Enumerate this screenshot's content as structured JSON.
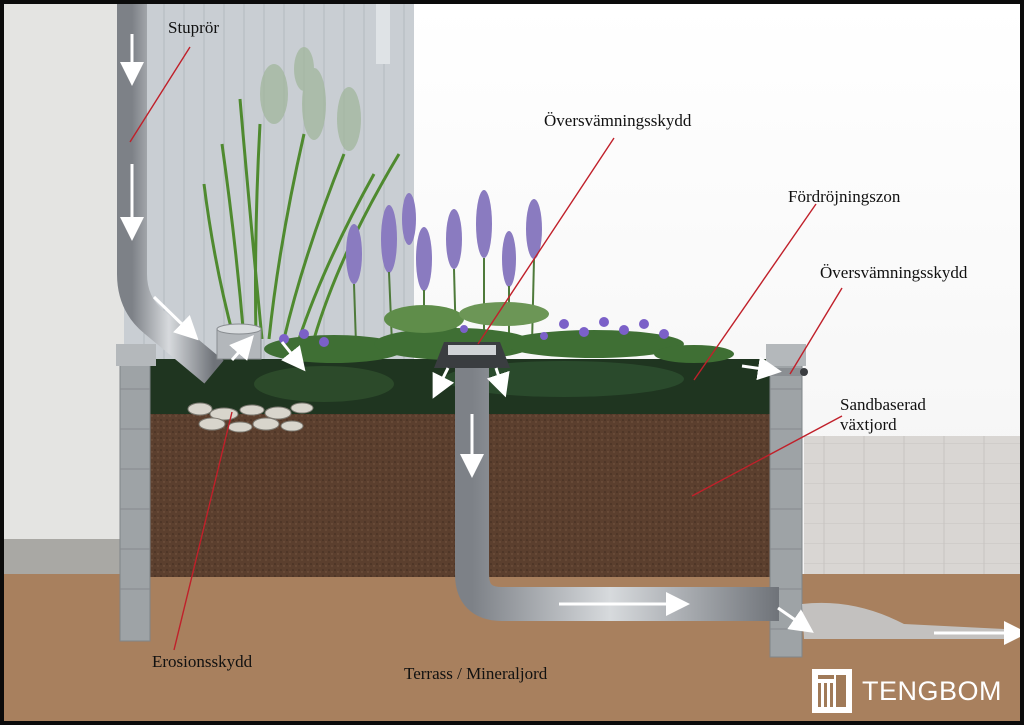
{
  "labels": {
    "stuprör": "Stuprör",
    "översvämningsskydd_1": "Översvämningsskydd",
    "fördröjningszon": "Fördröjningszon",
    "översvämningsskydd_2": "Översvämningsskydd",
    "sandbaserad_1": "Sandbaserad",
    "sandbaserad_2": "växtjord",
    "erosionsskydd": "Erosionsskydd",
    "terrass": "Terrass / Mineraljord"
  },
  "logo": {
    "text": "TENGBOM"
  },
  "colors": {
    "leader_line": "#c0202a",
    "pipe": "#a9adb3",
    "soil": "#5b3f2e",
    "mineral": "#a8805e",
    "sky": "#ffffff",
    "wall": "#c9ced3"
  }
}
